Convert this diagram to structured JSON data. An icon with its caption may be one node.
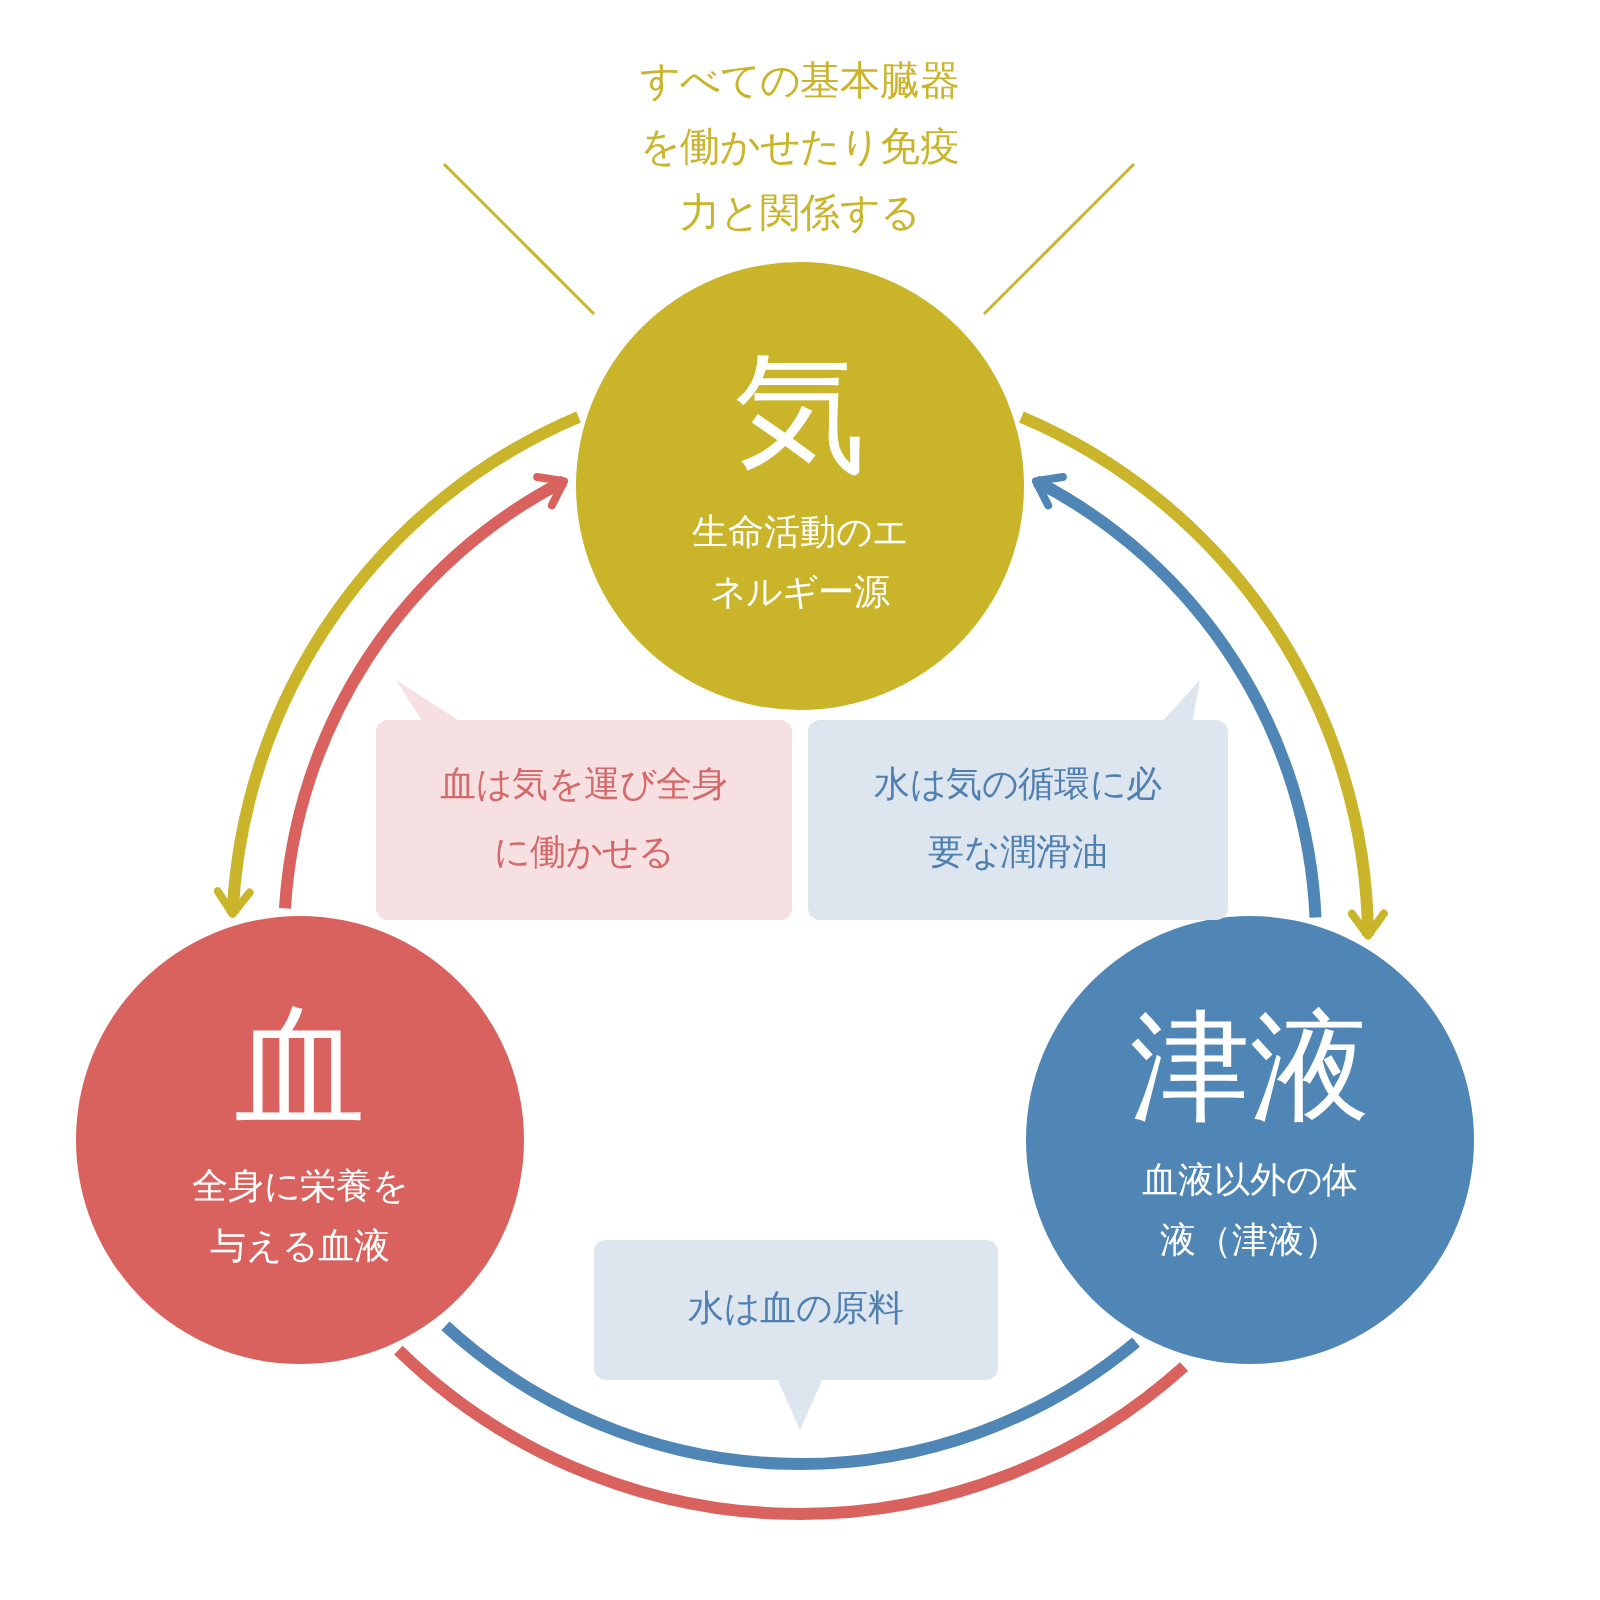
{
  "diagram": {
    "nodes": [
      {
        "text": [
          "気",
          "生命活動のエネルギー源"
        ],
        "beside": [
          "すべての基本臓器を働かせたり免疫力と関係する"
        ]
      },
      {
        "text": [
          "血",
          "全身に栄養を与える血液"
        ]
      },
      {
        "text": [
          "津液",
          "血液以外の体液（津液）"
        ]
      },
      {
        "text": [
          "血は気を運び全身に働かせる"
        ]
      },
      {
        "text": [
          "水は気の循環に必要な潤滑油"
        ]
      },
      {
        "text": [
          "水は血の原料"
        ]
      }
    ],
    "edges": [
      {
        "from": 0,
        "to": 1,
        "arrow": "to",
        "color": "#c9b42a"
      },
      {
        "from": 1,
        "to": 0,
        "arrow": "to",
        "color": "#d9625f"
      },
      {
        "from": 0,
        "to": 2,
        "arrow": "to",
        "color": "#c9b42a"
      },
      {
        "from": 2,
        "to": 0,
        "arrow": "to",
        "color": "#4f86b5"
      },
      {
        "from": 2,
        "to": 1,
        "arrow": "none",
        "color": "#4f86b5"
      },
      {
        "from": 1,
        "to": 2,
        "arrow": "none",
        "color": "#d9625f"
      }
    ]
  }
}
